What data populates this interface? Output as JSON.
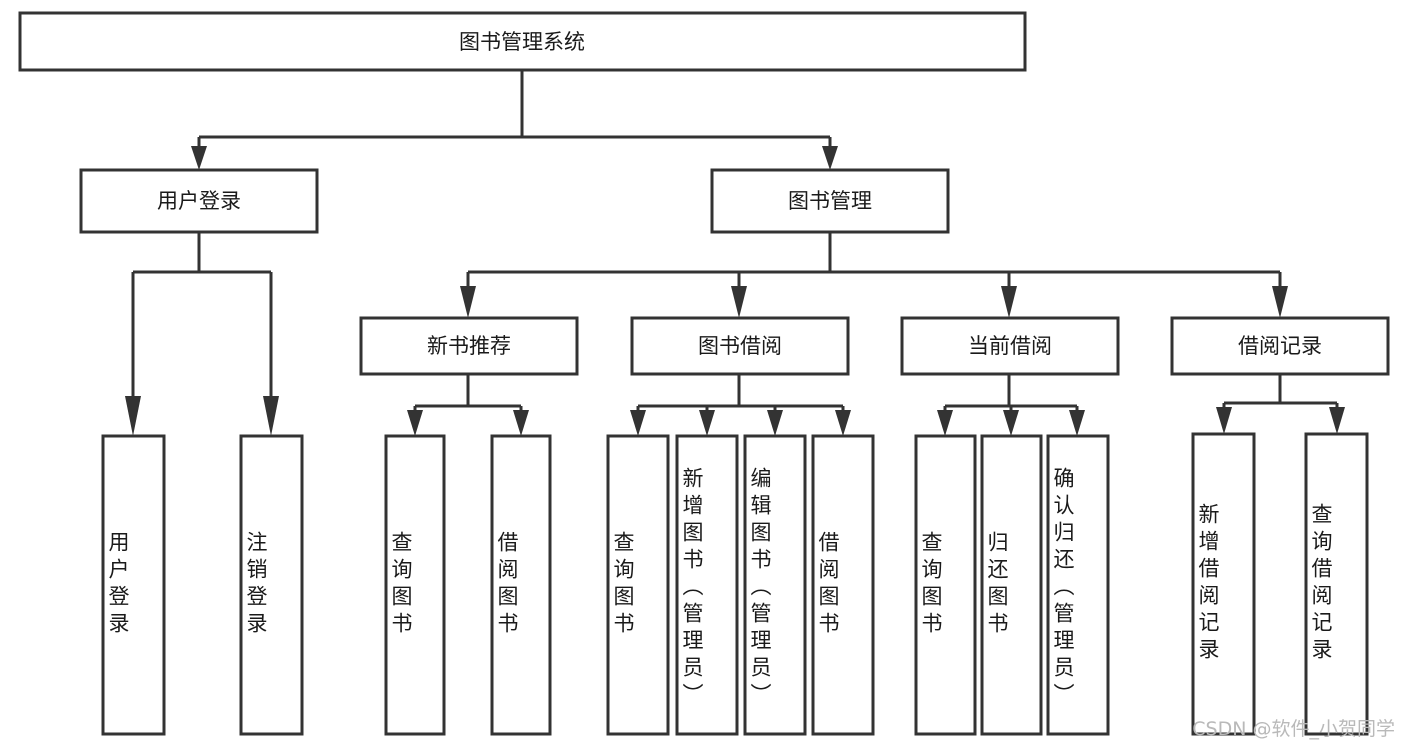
{
  "diagram": {
    "type": "tree",
    "title": "图书管理系统",
    "watermark": "CSDN @软件_小贺同学",
    "root": {
      "id": "root",
      "label": "图书管理系统",
      "shape": "rect",
      "orientation": "horizontal"
    },
    "level2": [
      {
        "id": "user-login",
        "label": "用户登录",
        "shape": "rect",
        "orientation": "horizontal"
      },
      {
        "id": "book-manage",
        "label": "图书管理",
        "shape": "rect",
        "orientation": "horizontal"
      }
    ],
    "level3": [
      {
        "id": "new-book-recommend",
        "label": "新书推荐",
        "shape": "rect",
        "orientation": "horizontal",
        "parent": "book-manage"
      },
      {
        "id": "book-borrow",
        "label": "图书借阅",
        "shape": "rect",
        "orientation": "horizontal",
        "parent": "book-manage"
      },
      {
        "id": "current-borrow",
        "label": "当前借阅",
        "shape": "rect",
        "orientation": "horizontal",
        "parent": "book-manage"
      },
      {
        "id": "borrow-record",
        "label": "借阅记录",
        "shape": "rect",
        "orientation": "horizontal",
        "parent": "book-manage"
      }
    ],
    "leaves": [
      {
        "id": "leaf-user-login",
        "label": "用户登录",
        "orientation": "vertical",
        "parent": "user-login"
      },
      {
        "id": "leaf-logout-login",
        "label": "注销登录",
        "orientation": "vertical",
        "parent": "user-login"
      },
      {
        "id": "leaf-query-book-rec",
        "label": "查询图书",
        "orientation": "vertical",
        "parent": "new-book-recommend"
      },
      {
        "id": "leaf-borrow-book-rec",
        "label": "借阅图书",
        "orientation": "vertical",
        "parent": "new-book-recommend"
      },
      {
        "id": "leaf-query-book-borrow",
        "label": "查询图书",
        "orientation": "vertical",
        "parent": "book-borrow"
      },
      {
        "id": "leaf-add-book-admin",
        "label": "新增图书（管理员）",
        "orientation": "vertical",
        "parent": "book-borrow"
      },
      {
        "id": "leaf-edit-book-admin",
        "label": "编辑图书（管理员）",
        "orientation": "vertical",
        "parent": "book-borrow"
      },
      {
        "id": "leaf-borrow-book",
        "label": "借阅图书",
        "orientation": "vertical",
        "parent": "book-borrow"
      },
      {
        "id": "leaf-query-book-current",
        "label": "查询图书",
        "orientation": "vertical",
        "parent": "current-borrow"
      },
      {
        "id": "leaf-return-book",
        "label": "归还图书",
        "orientation": "vertical",
        "parent": "current-borrow"
      },
      {
        "id": "leaf-confirm-return-admin",
        "label": "确认归还（管理员）",
        "orientation": "vertical",
        "parent": "current-borrow"
      },
      {
        "id": "leaf-add-borrow-record",
        "label": "新增借阅记录",
        "orientation": "vertical",
        "parent": "borrow-record"
      },
      {
        "id": "leaf-query-borrow-record",
        "label": "查询借阅记录",
        "orientation": "vertical",
        "parent": "borrow-record"
      }
    ],
    "colors": {
      "box_stroke": "#333333",
      "box_fill": "#ffffff",
      "text": "#1a1a1a",
      "connector": "#333333",
      "watermark": "#b9b9b9",
      "background": "#ffffff"
    }
  }
}
